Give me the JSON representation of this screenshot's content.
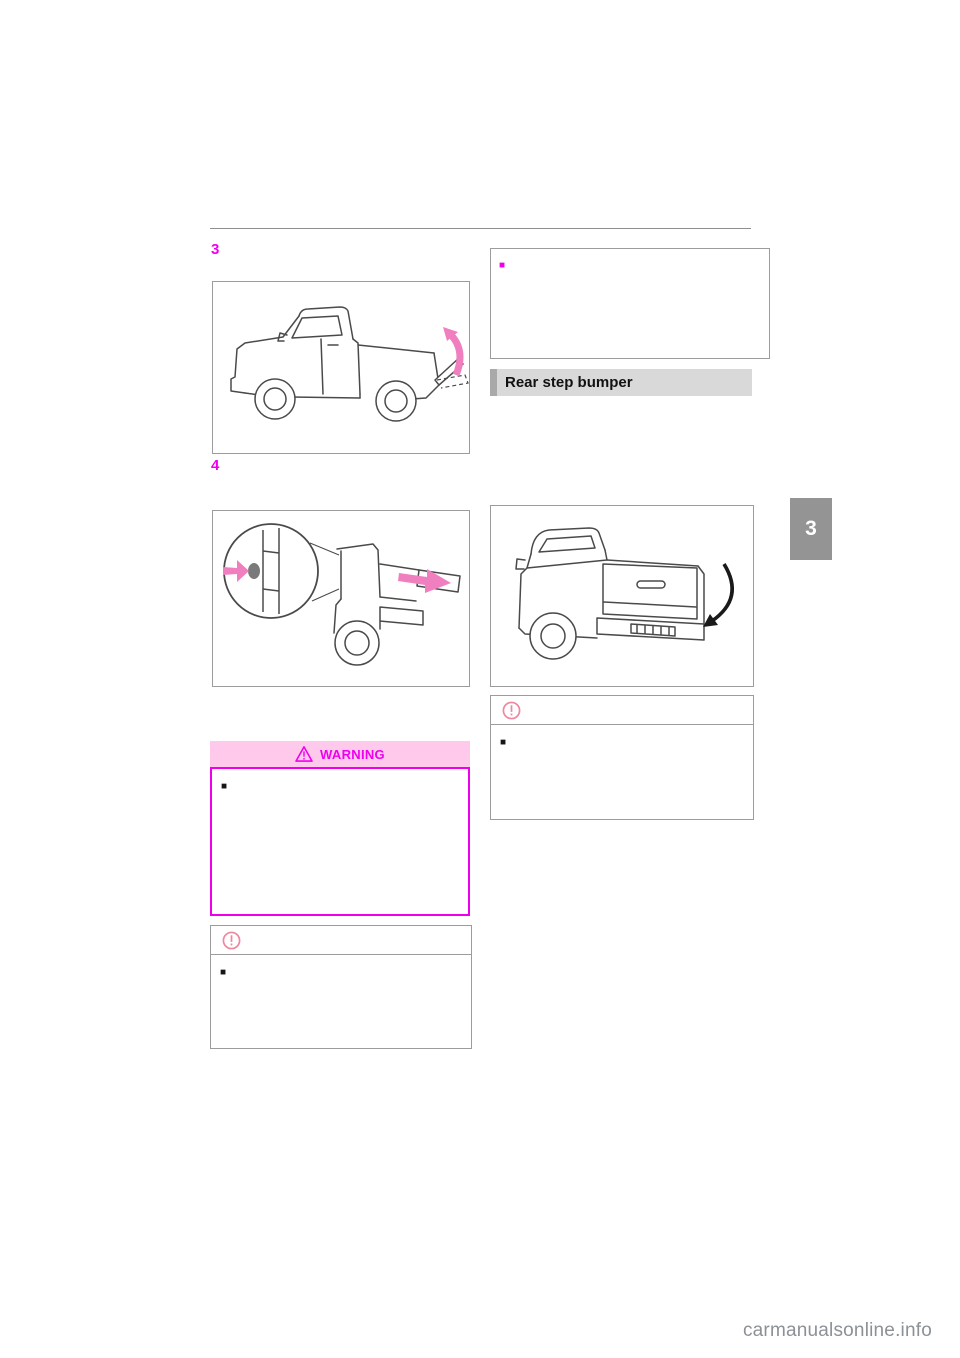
{
  "page": {
    "chapter_tab": "3",
    "watermark": "carmanualsonline.info"
  },
  "left_column": {
    "step3_number": "3",
    "step4_number": "4",
    "warning": {
      "title": "WARNING"
    }
  },
  "right_column": {
    "section_header": "Rear step bumper"
  },
  "bullets": {
    "black_square": "■",
    "magenta_square": "■"
  },
  "icons": {
    "warning_icon": "triangle-exclamation",
    "notice_icon": "circle-exclamation",
    "figure1_arrow": "pink-curved-arrow-up",
    "figure2_arrow": "pink-right-arrow",
    "figure3_arrow": "black-curved-arrow-down"
  },
  "colors": {
    "accent_magenta": "#ee00ee",
    "warning_header_bg": "#ffc9ec",
    "pink_arrow": "#f07fc0",
    "notice_icon_pink": "#f0879f",
    "border_gray": "#9c9c9c",
    "line_gray": "#8f8f8f",
    "line_art_gray": "#4a4a4a",
    "section_header_bg": "#d9d9d9",
    "section_header_accent": "#a9a9a9",
    "chapter_tab_bg": "#949494",
    "watermark_gray": "#8b9196"
  }
}
